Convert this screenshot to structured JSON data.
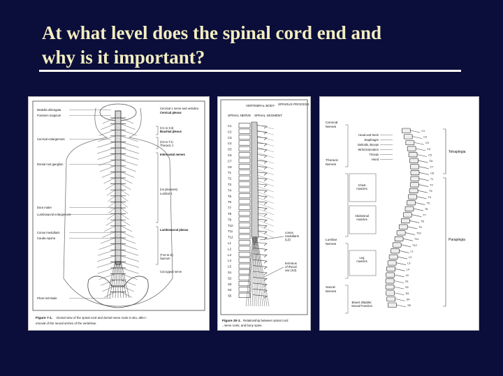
{
  "slide": {
    "title_line1": "At what level does the spinal cord end and",
    "title_line2": "why is it important?",
    "colors": {
      "background": "#0b0d3a",
      "title": "#f2edc0",
      "rule": "#ffffff"
    }
  },
  "figure_a": {
    "labels_left": [
      "Medulla oblongata",
      "Foramen magnum",
      "Cervical enlargement",
      "Dorsal root ganglion",
      "Dura mater",
      "Lumbosacral enlargement",
      "Conus medullaris",
      "Cauda equina",
      "Filum terminale"
    ],
    "labels_right": [
      "Cervical 1 nerve and vertebra",
      "Cervical plexus",
      "(C1 to C4)",
      "Brachial plexus",
      "(C5 to T1)",
      "Thoracic 1",
      "Intercostal nerves",
      "(no plexuses)",
      "Lumbar 1",
      "Lumbosacral plexus",
      "(T12 to S)",
      "Sacrum",
      "Coccygeal nerve"
    ],
    "caption_bold": "Figure 7-1.",
    "caption": "Dorsal view of the spinal cord and dorsal nerve roots in situ, after removal of the neural arches of the vertebrae."
  },
  "figure_b": {
    "header_labels": [
      "VERTEBRAL BODY",
      "SPINOUS PROCESS",
      "SPINAL NERVE",
      "SPINAL SEGMENT"
    ],
    "levels": [
      "C1",
      "C2",
      "C3",
      "C4",
      "C5",
      "C6",
      "C7",
      "C8",
      "T1",
      "T2",
      "T3",
      "T4",
      "T5",
      "T6",
      "T7",
      "T8",
      "T9",
      "T10",
      "T11",
      "T12",
      "L1",
      "L2",
      "L3",
      "L4",
      "L5",
      "S1",
      "S2",
      "S3",
      "S4",
      "S5"
    ],
    "annotations": [
      "conus medullaris (L2)",
      "terminus of thecal sac (S2)"
    ],
    "caption_bold": "Figure 20-1.",
    "caption": "Relationship between spinal cord, nerve roots, and bony spine."
  },
  "figure_c": {
    "group_labels": [
      "Cervical Nerves",
      "Thoracic Nerves",
      "Lumbar Nerves",
      "Sacral Nerves"
    ],
    "function_labels": [
      "Head and Neck",
      "Diaphragm",
      "Deltoids, Biceps",
      "Wrist Extenders",
      "Triceps",
      "Hand",
      "Chest muscles",
      "Abdominal muscles",
      "Leg muscles",
      "Bowel, Bladder, Sexual Function"
    ],
    "outcome_labels": [
      "Tetraplegia",
      "Paraplegia"
    ],
    "vertebra_labels": [
      "C1",
      "C2",
      "C3",
      "C4",
      "C5",
      "C6",
      "C7",
      "C8",
      "T1",
      "T2",
      "T3",
      "T4",
      "T5",
      "T6",
      "T7",
      "T8",
      "T9",
      "T10",
      "T11",
      "T12",
      "L1",
      "L2",
      "L3",
      "L4",
      "L5",
      "S1",
      "S2",
      "S3",
      "S4",
      "S5"
    ]
  }
}
